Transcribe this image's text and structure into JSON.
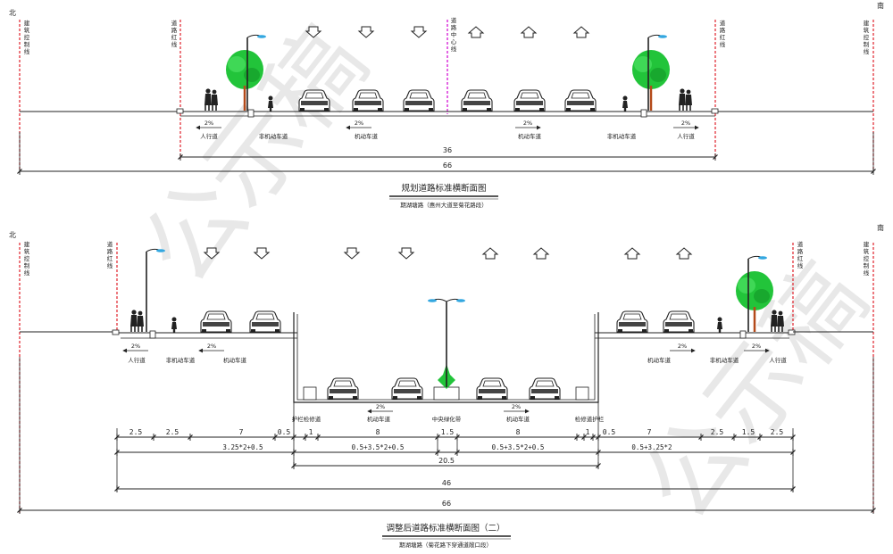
{
  "watermark": "公示稿",
  "colors": {
    "line": "#222222",
    "red": "#e0202a",
    "magenta": "#d000d0",
    "tree": "#22c43a",
    "trunk": "#b44a1a",
    "lamp": "#33a7e0"
  },
  "top": {
    "north": "北",
    "south": "南",
    "left_outer_line": "建筑控制线",
    "left_red_line": "道路红线",
    "center_line": "道路中心线",
    "right_red_line": "道路红线",
    "right_outer_line": "建筑控制线",
    "slopes": [
      "2%",
      "2%",
      "2%",
      "2%"
    ],
    "lane_labels": [
      "人行道",
      "非机动车道",
      "机动车道",
      "机动车道",
      "非机动车道",
      "人行道"
    ],
    "dim_36": "36",
    "dim_66": "66",
    "title": "规划道路标准横断面图",
    "subtitle": "期湖塘路（惠州大道至菊花路段）"
  },
  "bottom": {
    "north": "北",
    "south": "南",
    "left_outer_line": "建筑控制线",
    "left_red_line": "道路红线",
    "right_red_line": "道路红线",
    "right_outer_line": "建筑控制线",
    "slopes": [
      "2%",
      "2%",
      "2%",
      "2%",
      "2%",
      "2%"
    ],
    "upper_labels": [
      "人行道",
      "非机动车道",
      "机动车道",
      "机动车道",
      "非机动车道",
      "人行道"
    ],
    "lower_labels": [
      "护栏检修道",
      "机动车道",
      "中央绿化带",
      "机动车道",
      "检修道护栏"
    ],
    "segments": [
      "2.5",
      "2.5",
      "7",
      "0.5",
      "1",
      "8",
      "1.5",
      "8",
      "1",
      "0.5",
      "7",
      "2.5",
      "1.5",
      "2.5"
    ],
    "sub_formulas": [
      "3.25*2+0.5",
      "0.5+3.5*2+0.5",
      "0.5+3.5*2+0.5",
      "0.5+3.25*2"
    ],
    "dim_20_5": "20.5",
    "dim_46": "46",
    "dim_66": "66",
    "title": "调整后道路标准横断面图（二）",
    "subtitle": "期湖塘路（菊花路下穿通道敞口段）"
  }
}
